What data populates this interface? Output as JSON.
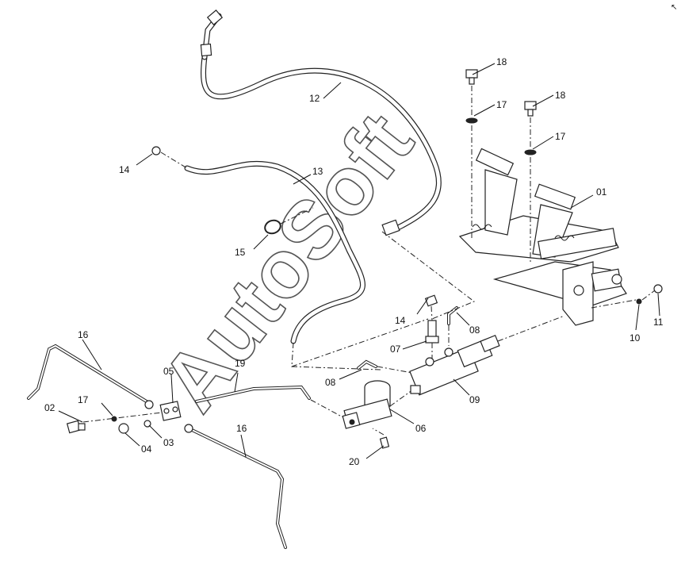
{
  "diagram": {
    "watermark": "AutoSoft",
    "corner_mark": "↖",
    "labels": [
      "01",
      "02",
      "03",
      "04",
      "05",
      "06",
      "07",
      "08",
      "08",
      "09",
      "10",
      "11",
      "12",
      "13",
      "14",
      "14",
      "15",
      "16",
      "16",
      "17",
      "17",
      "17",
      "18",
      "18",
      "19",
      "20"
    ]
  }
}
